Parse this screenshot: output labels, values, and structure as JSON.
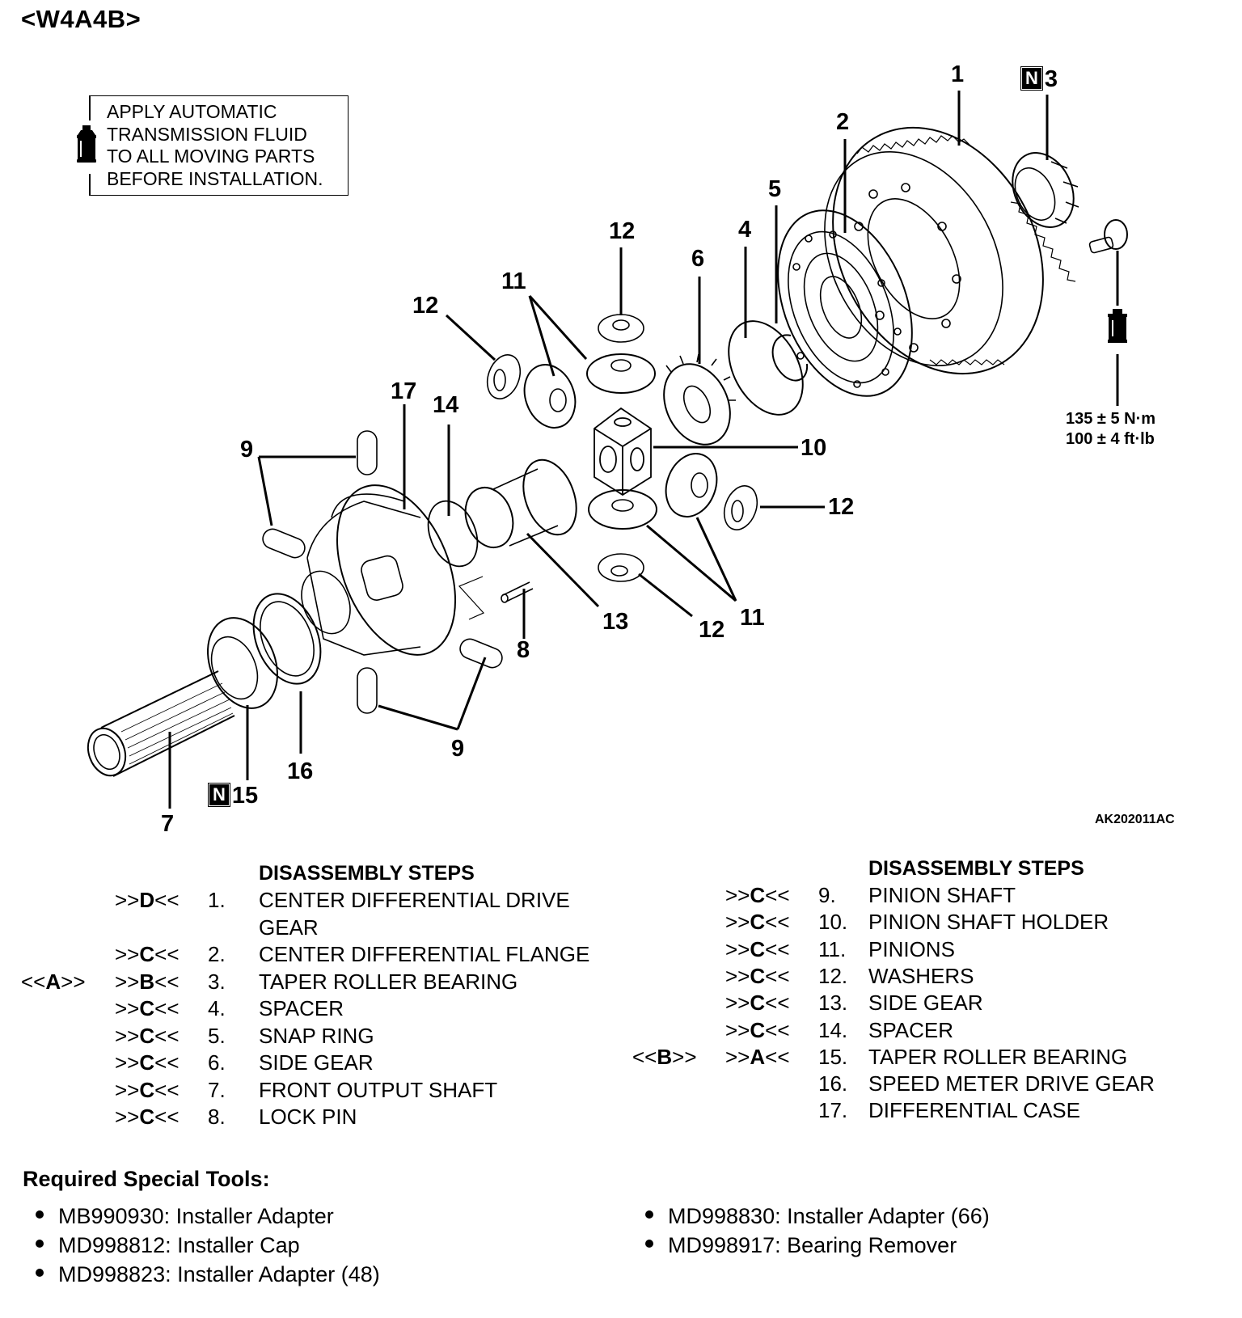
{
  "header": {
    "title": "<W4A4B>"
  },
  "note": {
    "icon": "fluid-bottle-icon",
    "text": "APPLY AUTOMATIC\nTRANSMISSION FLUID\nTO ALL MOVING PARTS\nBEFORE INSTALLATION."
  },
  "diagram": {
    "callouts": [
      {
        "id": "c1",
        "label": "1"
      },
      {
        "id": "c2",
        "label": "2"
      },
      {
        "id": "c3",
        "label": "3",
        "new_part_marker": "N"
      },
      {
        "id": "c4",
        "label": "4"
      },
      {
        "id": "c5",
        "label": "5"
      },
      {
        "id": "c6",
        "label": "6"
      },
      {
        "id": "c7",
        "label": "7"
      },
      {
        "id": "c8",
        "label": "8"
      },
      {
        "id": "c9a",
        "label": "9"
      },
      {
        "id": "c9b",
        "label": "9"
      },
      {
        "id": "c10",
        "label": "10"
      },
      {
        "id": "c11a",
        "label": "11"
      },
      {
        "id": "c11b",
        "label": "11"
      },
      {
        "id": "c12a",
        "label": "12"
      },
      {
        "id": "c12b",
        "label": "12"
      },
      {
        "id": "c12c",
        "label": "12"
      },
      {
        "id": "c12d",
        "label": "12"
      },
      {
        "id": "c13",
        "label": "13"
      },
      {
        "id": "c14",
        "label": "14"
      },
      {
        "id": "c15",
        "label": "15",
        "new_part_marker": "N"
      },
      {
        "id": "c16",
        "label": "16"
      },
      {
        "id": "c17",
        "label": "17"
      }
    ],
    "torque": {
      "metric": "135 ± 5 N·m",
      "imperial": "100 ± 4 ft·lb"
    },
    "figure_id": "AK202011AC"
  },
  "disassembly": {
    "heading": "DISASSEMBLY STEPS",
    "left": [
      {
        "install": "",
        "removal": ">>D<<",
        "num": "1.",
        "name": "CENTER DIFFERENTIAL DRIVE",
        "name2": "GEAR"
      },
      {
        "install": "",
        "removal": ">>C<<",
        "num": "2.",
        "name": "CENTER DIFFERENTIAL FLANGE"
      },
      {
        "install": "<<A>>",
        "removal": ">>B<<",
        "num": "3.",
        "name": "TAPER ROLLER BEARING"
      },
      {
        "install": "",
        "removal": ">>C<<",
        "num": "4.",
        "name": "SPACER"
      },
      {
        "install": "",
        "removal": ">>C<<",
        "num": "5.",
        "name": "SNAP RING"
      },
      {
        "install": "",
        "removal": ">>C<<",
        "num": "6.",
        "name": "SIDE GEAR"
      },
      {
        "install": "",
        "removal": ">>C<<",
        "num": "7.",
        "name": "FRONT OUTPUT SHAFT"
      },
      {
        "install": "",
        "removal": ">>C<<",
        "num": "8.",
        "name": "LOCK PIN"
      }
    ],
    "right": [
      {
        "install": "",
        "removal": ">>C<<",
        "num": "9.",
        "name": "PINION SHAFT"
      },
      {
        "install": "",
        "removal": ">>C<<",
        "num": "10.",
        "name": "PINION SHAFT HOLDER"
      },
      {
        "install": "",
        "removal": ">>C<<",
        "num": "11.",
        "name": "PINIONS"
      },
      {
        "install": "",
        "removal": ">>C<<",
        "num": "12.",
        "name": "WASHERS"
      },
      {
        "install": "",
        "removal": ">>C<<",
        "num": "13.",
        "name": "SIDE GEAR"
      },
      {
        "install": "",
        "removal": ">>C<<",
        "num": "14.",
        "name": "SPACER"
      },
      {
        "install": "<<B>>",
        "removal": ">>A<<",
        "num": "15.",
        "name": "TAPER ROLLER BEARING"
      },
      {
        "install": "",
        "removal": "",
        "num": "16.",
        "name": "SPEED METER DRIVE GEAR"
      },
      {
        "install": "",
        "removal": "",
        "num": "17.",
        "name": "DIFFERENTIAL CASE"
      }
    ]
  },
  "tools": {
    "heading": "Required Special Tools:",
    "left": [
      "MB990930: Installer Adapter",
      "MD998812: Installer Cap",
      "MD998823: Installer Adapter (48)"
    ],
    "right": [
      "MD998830: Installer Adapter (66)",
      "MD998917: Bearing Remover"
    ]
  }
}
